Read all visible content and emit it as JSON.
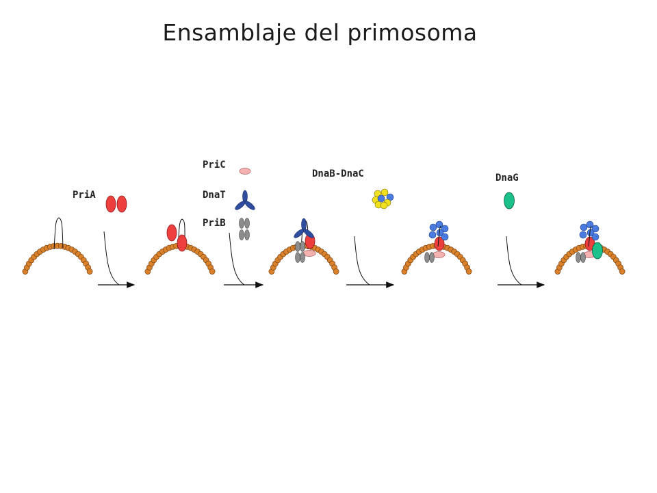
{
  "title": "Ensamblaje del primosoma",
  "labels": {
    "pria": "PriA",
    "pric": "PriC",
    "dnat": "DnaT",
    "prib": "PriB",
    "dnab_dnac": "DnaB-DnaC",
    "dnag": "DnaG"
  },
  "colors": {
    "dna_bead": "#d9822b",
    "dna_bead_stroke": "#7a4210",
    "pria": "#ee3f3f",
    "pric": "#f4b3b0",
    "dnat": "#2e4da0",
    "prib": "#8d8d8d",
    "dnab": "#4a7be0",
    "dnac": "#f0e020",
    "dnag": "#1bc08a"
  }
}
